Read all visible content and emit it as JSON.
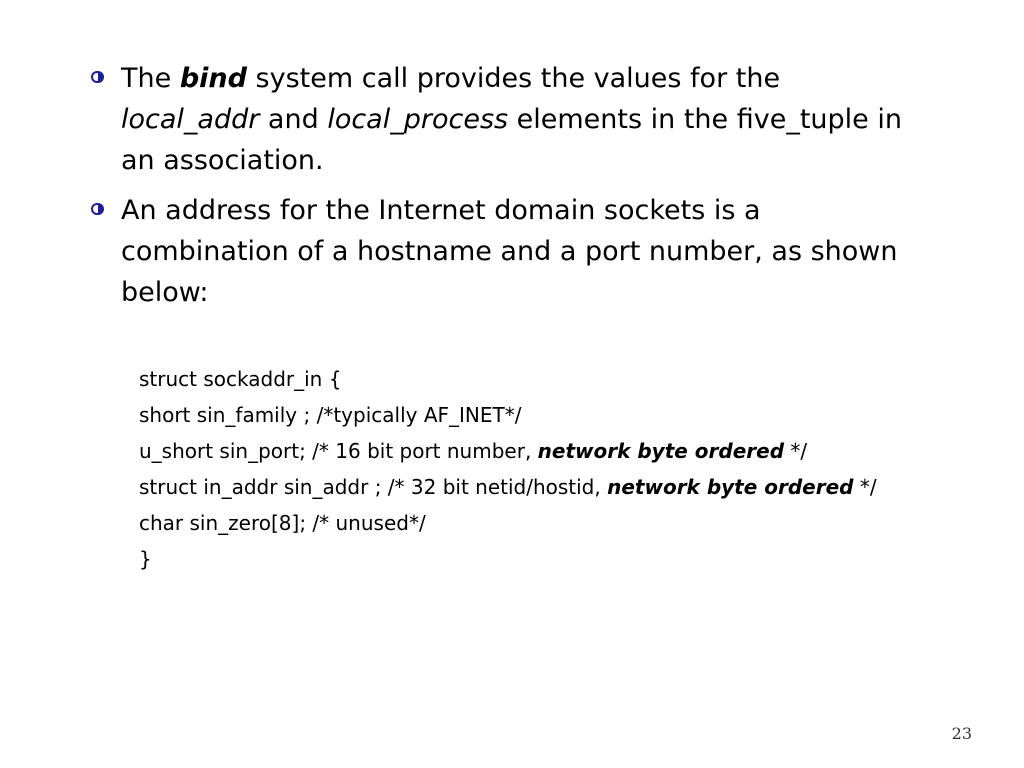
{
  "bullets": [
    {
      "parts": {
        "p1": "The ",
        "p2": "bind",
        "p3": " system call provides the values for the ",
        "p4": "local_addr",
        "p5": " and ",
        "p6": "local_process",
        "p7": " elements in the five_tuple in an association."
      }
    },
    {
      "text": "An address for the Internet domain sockets is a combination of a hostname and a port number, as shown below:"
    }
  ],
  "code": {
    "line1": "struct sockaddr_in {",
    "line2": "short sin_family ; /*typically AF_INET*/",
    "line3": {
      "a": "u_short sin_port; /* 16 bit port number, ",
      "b": "network byte ordered",
      "c": " */"
    },
    "line4": {
      "a": "struct in_addr sin_addr ; /* 32 bit netid/hostid, ",
      "b": "network byte ordered",
      "c": " */"
    },
    "line5": "char sin_zero[8]; /* unused*/",
    "line6": "}"
  },
  "page_number": "23",
  "colors": {
    "bullet": "#1f1f99",
    "text": "#000000",
    "background": "#ffffff"
  },
  "icons": {
    "bullet": "half-filled-circle-bullet-icon"
  }
}
